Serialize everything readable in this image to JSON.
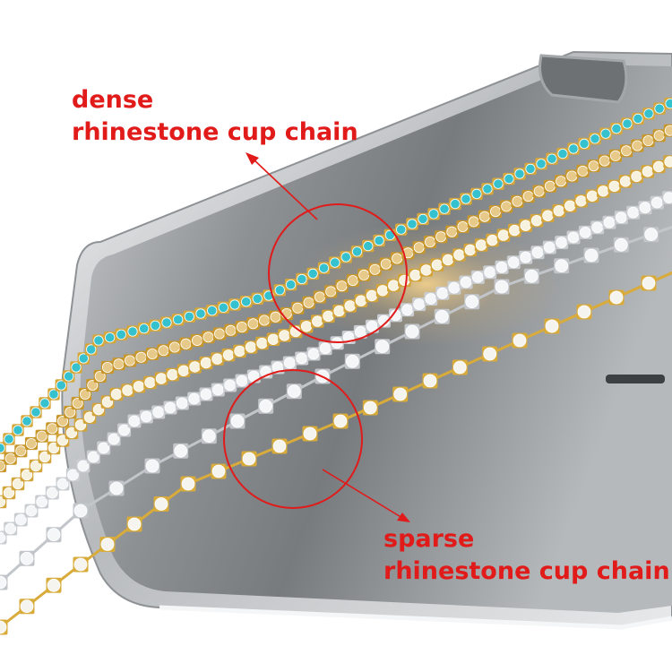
{
  "annotations": {
    "dense": {
      "line1": "dense",
      "line2": "rhinestone cup chain"
    },
    "sparse": {
      "line1": "sparse",
      "line2": "rhinestone cup chain"
    }
  },
  "colors": {
    "annotation_red": "#e11a1a",
    "phone_silver": "#c7c9cc",
    "mirror_surface": "#8f9396",
    "stone_aqua": "#36c1cf",
    "stone_champagne": "#e7c98a",
    "stone_clear": "#f4f6f8",
    "setting_gold": "#d4a73a",
    "setting_silver": "#c9cdd1"
  },
  "chains": [
    {
      "name": "aqua-dense-chain",
      "stone": "#36c1cf",
      "setting": "#d4a73a"
    },
    {
      "name": "champagne-dense-chain",
      "stone": "#e7c98a",
      "setting": "#c8972c"
    },
    {
      "name": "gold-clear-dense-chain",
      "stone": "#f7f2df",
      "setting": "#d2a43a"
    },
    {
      "name": "silver-clear-dense-chain",
      "stone": "#f4f6f8",
      "setting": "#c9cdd1"
    },
    {
      "name": "silver-clear-sparse-chain",
      "stone": "#f4f6f8",
      "setting": "#c2c6ca"
    },
    {
      "name": "gold-clear-sparse-chain",
      "stone": "#f6f4ef",
      "setting": "#d8ab3b"
    }
  ]
}
